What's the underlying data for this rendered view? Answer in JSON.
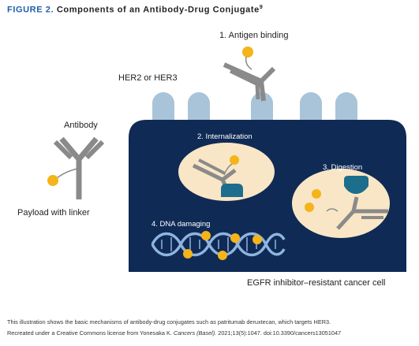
{
  "figure": {
    "label": "FIGURE 2.",
    "title": "Components of an Antibody-Drug Conjugate",
    "ref": "9"
  },
  "labels": {
    "antigen_binding": "1. Antigen binding",
    "receptor": "HER2 or HER3",
    "antibody": "Antibody",
    "payload": "Payload with linker",
    "internalization": "2. Internalization",
    "digestion": "3. Digestion",
    "dna_damaging": "4. DNA damaging",
    "cell": "EGFR inhibitor–resistant cancer cell"
  },
  "caption": {
    "line1": "This illustration shows the basic mechanisms of antibody-drug conjugates such as patritumab deruxtecan, which targets HER3.",
    "line2_prefix": "Recreated under a Creative Commons license from Yonesaka K. ",
    "line2_journal": "Cancers (Basel).",
    "line2_suffix": " 2021;13(5):1047. doi:10.3390/cancers13051047"
  },
  "colors": {
    "cell": "#0f2a55",
    "receptor": "#a9c4d8",
    "vesicle": "#f9e6c6",
    "antibody": "#8a8a8a",
    "payload": "#f4b41a",
    "lysosome": "#1d6d8c",
    "dna": "#8fb4e0",
    "title_accent": "#1f5fa8"
  }
}
